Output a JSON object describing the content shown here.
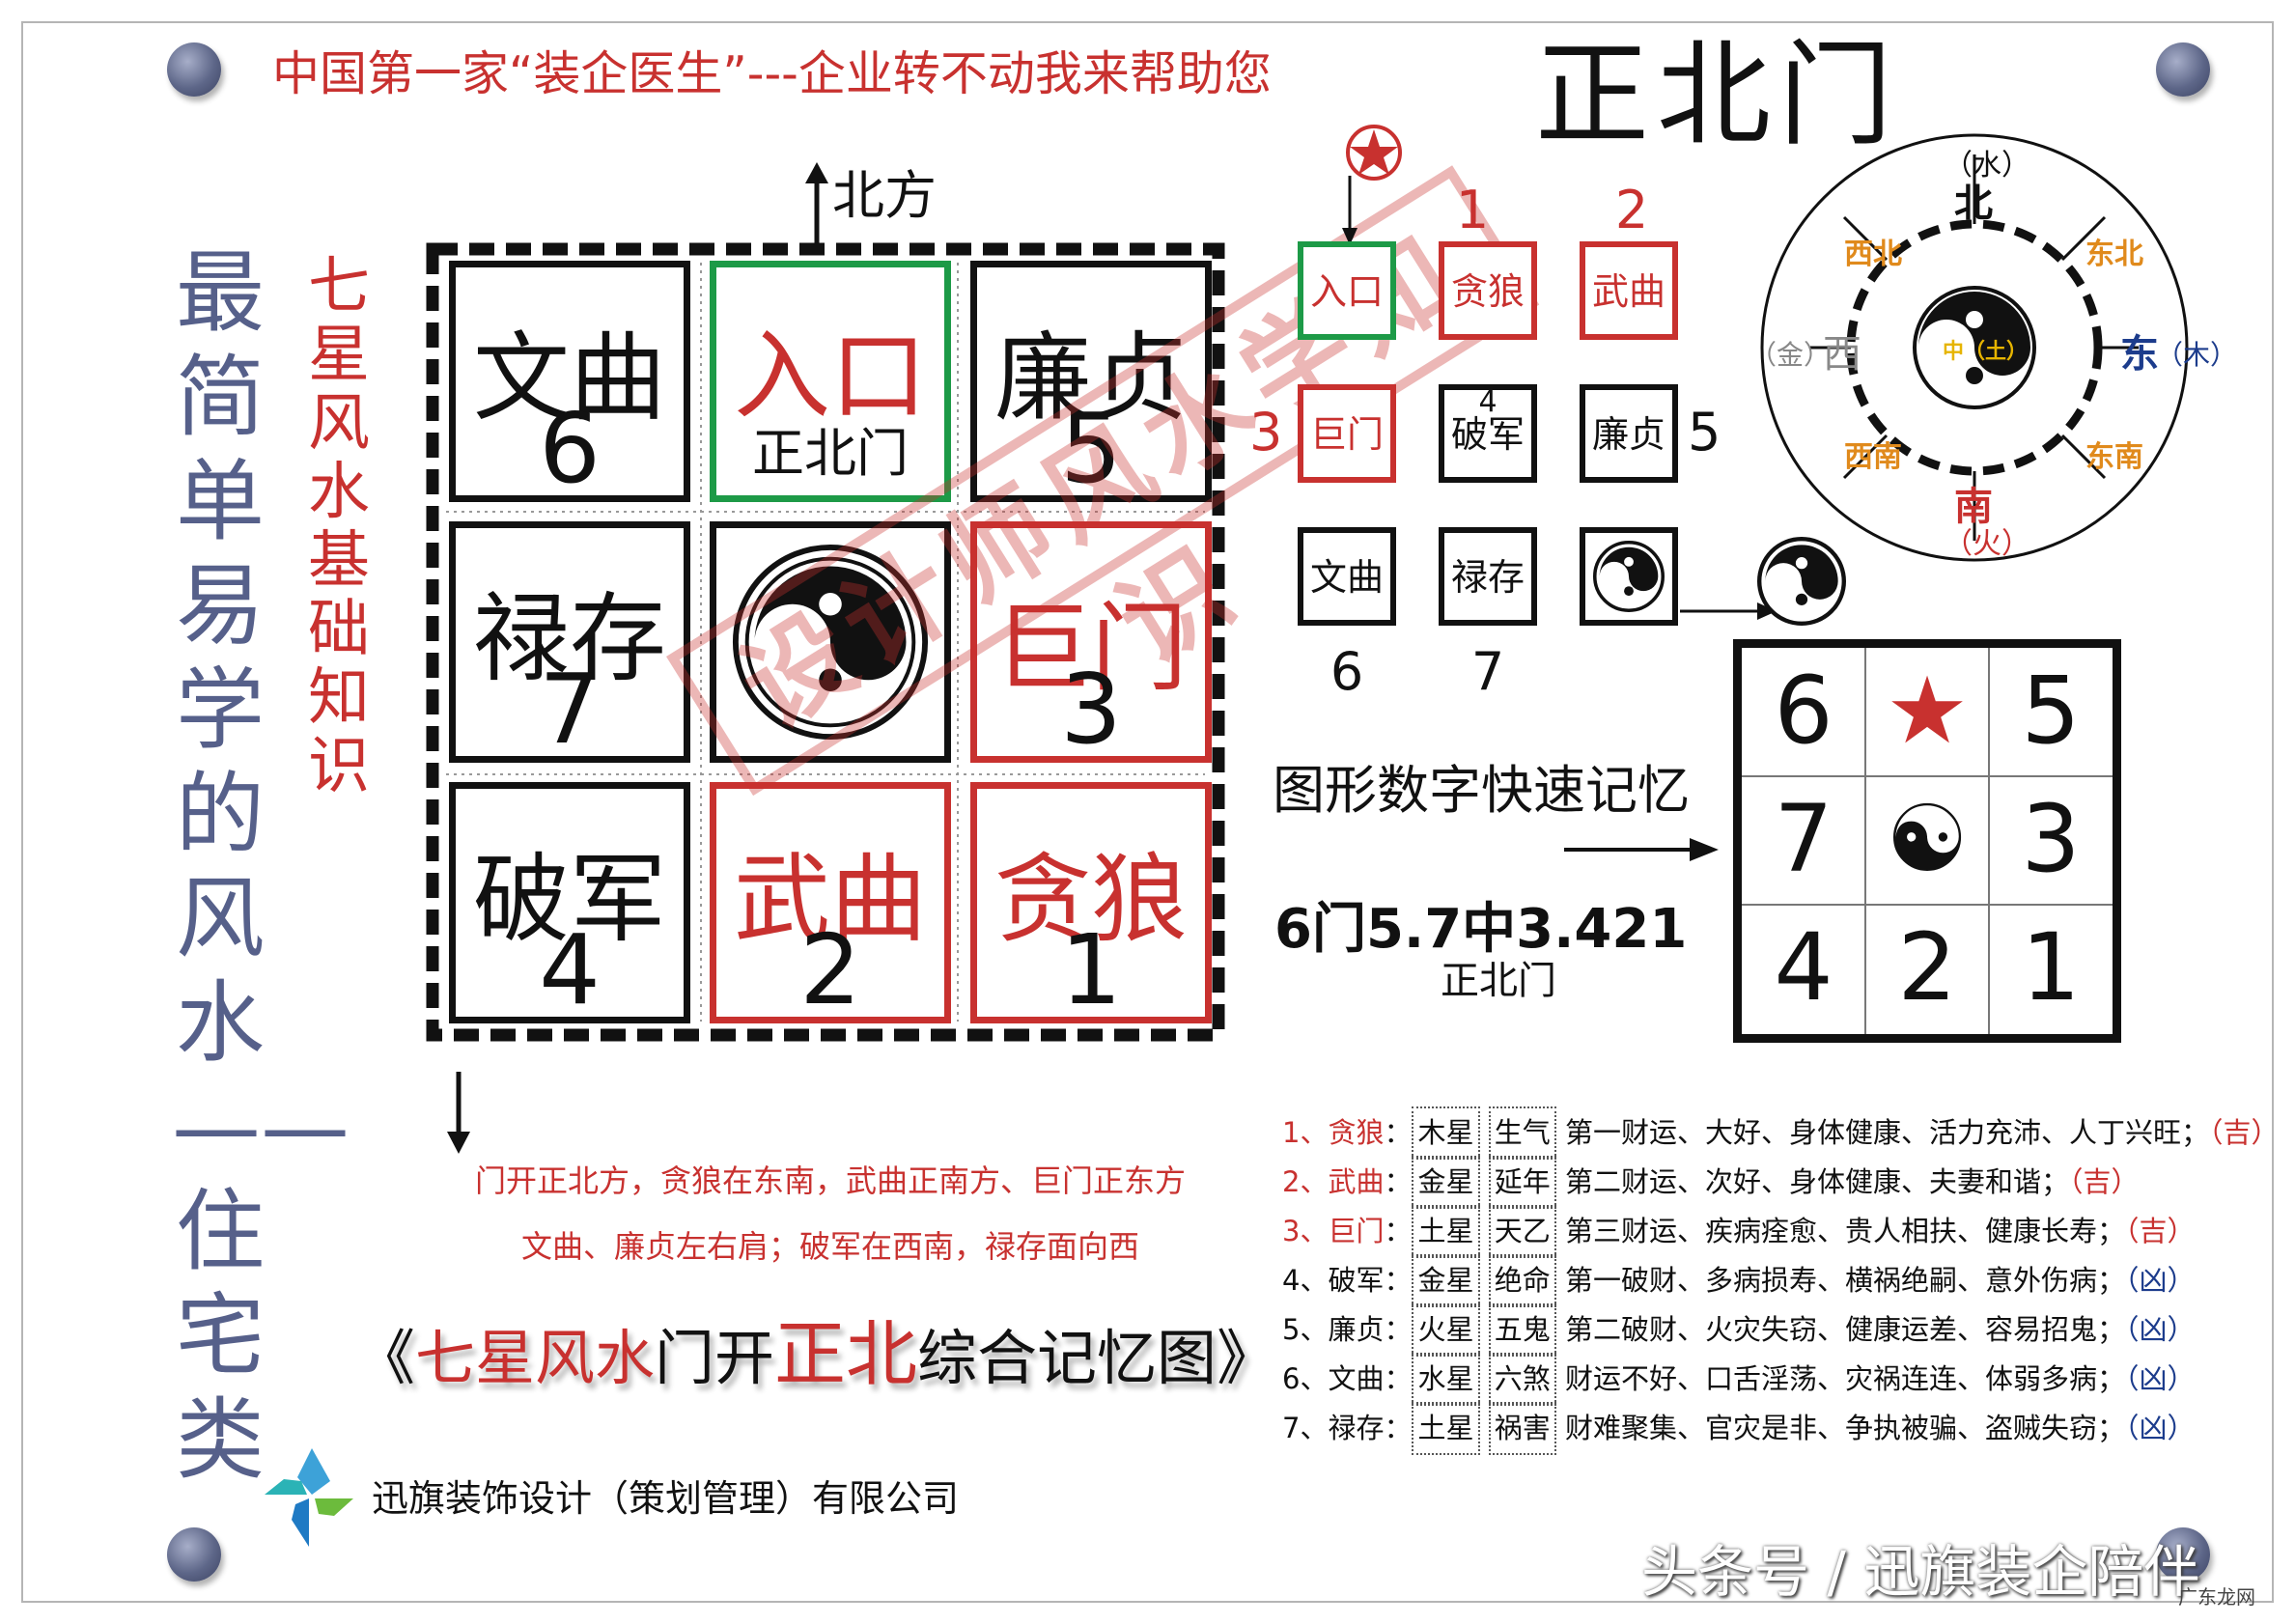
{
  "header": {
    "slogan": "中国第一家“装企医生”---企业转不动我来帮助您",
    "title": "正北门"
  },
  "side": {
    "vertical_title": "最简单易学的风水——住宅类",
    "vertical_subtitle": "七星风水基础知识"
  },
  "main_grid": {
    "north_label": "北方",
    "cells": [
      {
        "name": "文曲",
        "number": "6",
        "color": "black"
      },
      {
        "name": "入口",
        "sub": "正北门",
        "color": "green"
      },
      {
        "name": "廉贞",
        "number": "5",
        "color": "black"
      },
      {
        "name": "禄存",
        "number": "7",
        "color": "black"
      },
      {
        "name": "",
        "icon": "yin-yang",
        "color": "black"
      },
      {
        "name": "巨门",
        "number": "3",
        "color": "red"
      },
      {
        "name": "破军",
        "number": "4",
        "color": "black"
      },
      {
        "name": "武曲",
        "number": "2",
        "color": "red"
      },
      {
        "name": "贪狼",
        "number": "1",
        "color": "red"
      }
    ],
    "watermark": "设计师风水学知识"
  },
  "door_description": {
    "line1": "门开正北方，贪狼在东南，武曲正南方、巨门正东方",
    "line2": "文曲、廉贞左右肩；破军在西南，禄存面向西"
  },
  "diagram_title": {
    "open": "《",
    "red_part": "七星风水",
    "black_part1": "门开",
    "red_part2": "正北",
    "black_part2": "综合记忆图",
    "close": "》"
  },
  "small_grid": {
    "star_label": "★",
    "top_numbers": [
      "1",
      "2"
    ],
    "items": [
      {
        "name": "入口"
      },
      {
        "name": "贪狼"
      },
      {
        "name": "武曲"
      },
      {
        "name": "巨门",
        "number": "3"
      },
      {
        "name": "破军",
        "number": "4"
      },
      {
        "name": "廉贞",
        "number": "5"
      },
      {
        "name": "文曲",
        "number": "6"
      },
      {
        "name": "禄存",
        "number": "7"
      }
    ]
  },
  "compass": {
    "north": "北",
    "north_el": "（水）",
    "south": "南",
    "south_el": "（火）",
    "east": "东",
    "east_el": "（木）",
    "west": "西",
    "west_el": "（金）",
    "northwest": "西北",
    "northeast": "东北",
    "southwest": "西南",
    "southeast": "东南",
    "center": "中（土）"
  },
  "memory": {
    "label": "图形数字快速记忆",
    "formula": "6门5.7中3.421",
    "formula_sub": "正北门",
    "grid": [
      "6",
      "★",
      "5",
      "7",
      "☯",
      "3",
      "4",
      "2",
      "1"
    ]
  },
  "rules": [
    {
      "idx": "1、",
      "star": "贪狼",
      "elem": "木星",
      "qi": "生气",
      "desc": "第一财运、大好、身体健康、活力充沛、人丁兴旺；",
      "luck": "（吉）",
      "red": true
    },
    {
      "idx": "2、",
      "star": "武曲",
      "elem": "金星",
      "qi": "延年",
      "desc": "第二财运、次好、身体健康、夫妻和谐；",
      "luck": "（吉）",
      "red": true
    },
    {
      "idx": "3、",
      "star": "巨门",
      "elem": "土星",
      "qi": "天乙",
      "desc": "第三财运、疾病痊愈、贵人相扶、健康长寿；",
      "luck": "（吉）",
      "red": true
    },
    {
      "idx": "4、",
      "star": "破军",
      "elem": "金星",
      "qi": "绝命",
      "desc": "第一破财、多病损寿、横祸绝嗣、意外伤病；",
      "luck": "（凶）",
      "red": false
    },
    {
      "idx": "5、",
      "star": "廉贞",
      "elem": "火星",
      "qi": "五鬼",
      "desc": "第二破财、火灾失窃、健康运差、容易招鬼；",
      "luck": "（凶）",
      "red": false
    },
    {
      "idx": "6、",
      "star": "文曲",
      "elem": "水星",
      "qi": "六煞",
      "desc": "财运不好、口舌淫荡、灾祸连连、体弱多病；",
      "luck": "（凶）",
      "red": false
    },
    {
      "idx": "7、",
      "star": "禄存",
      "elem": "土星",
      "qi": "祸害",
      "desc": "财难聚集、官灾是非、争执被骗、盗贼失窃；",
      "luck": "（凶）",
      "red": false
    }
  ],
  "company": {
    "name": "迅旗装饰设计（策划管理）有限公司"
  },
  "footer": {
    "watermark": "头条号 / 迅旗装企陪伴",
    "corner": "广东龙网"
  },
  "colors": {
    "red": "#c8312f",
    "green": "#1d9a47",
    "compass_orange": "#e08a1c",
    "compass_blue": "#1c3c8c",
    "vertical_blue": "#56608a"
  }
}
